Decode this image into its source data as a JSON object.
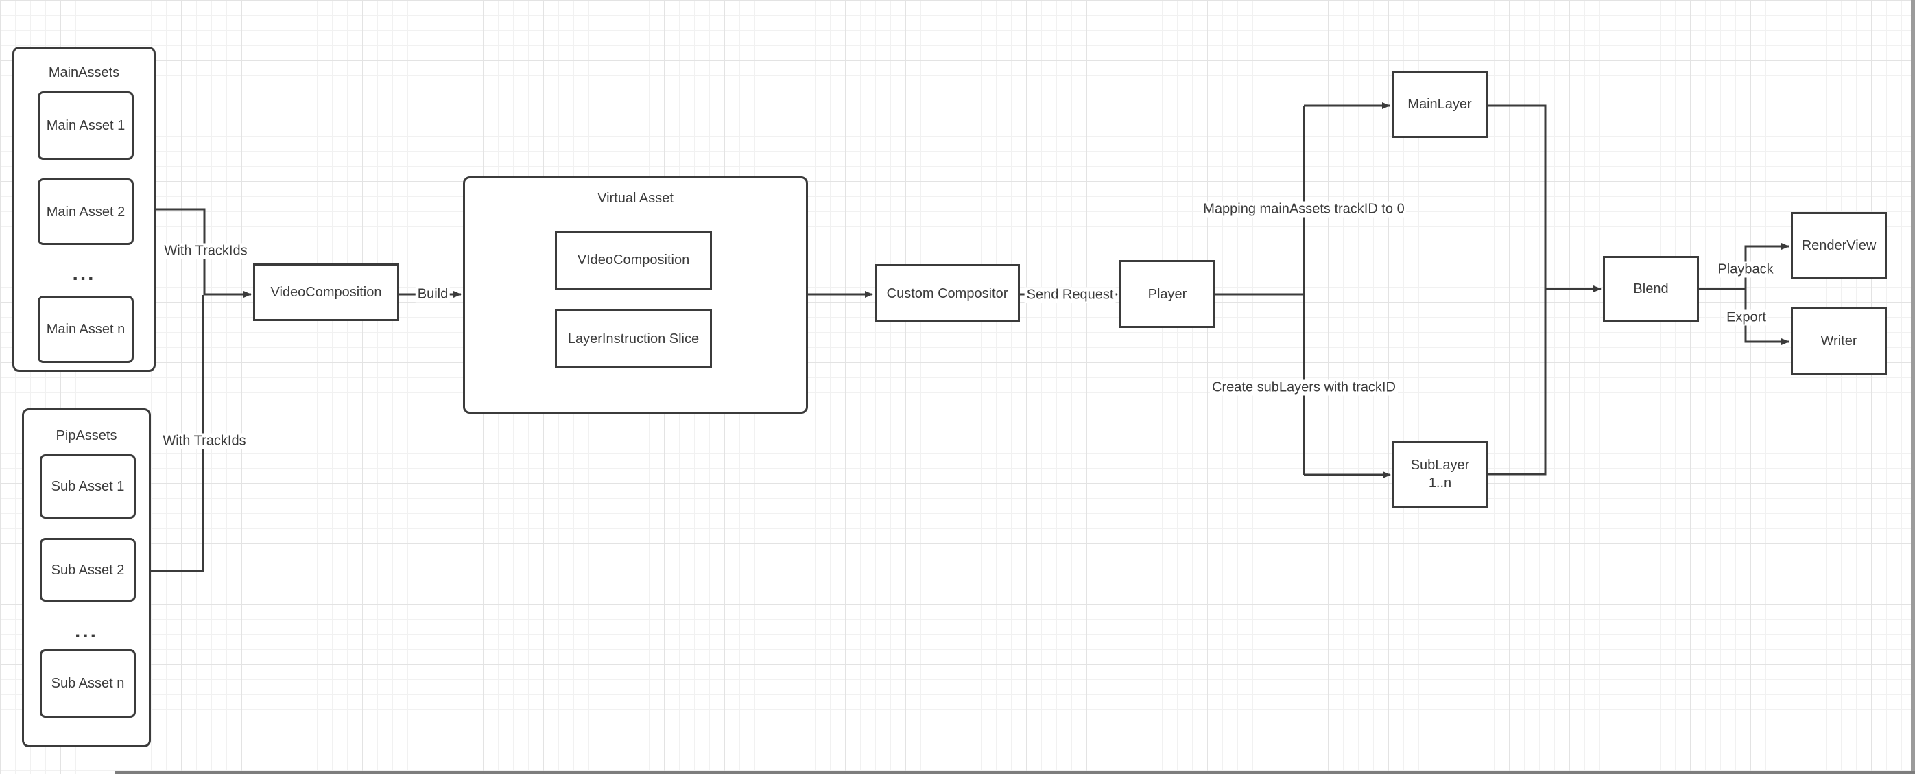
{
  "canvas": {
    "background": "#ffffff",
    "grid_minor_color": "#f1f1f1",
    "grid_major_color": "#e3e3e3",
    "stroke_color": "#3b3b3b",
    "scrollbar_color": "#9b9b9b"
  },
  "groups": {
    "main_assets": {
      "title": "MainAssets",
      "items": [
        "Main Asset 1",
        "Main Asset 2",
        "...",
        "Main Asset n"
      ]
    },
    "pip_assets": {
      "title": "PipAssets",
      "items": [
        "Sub Asset 1",
        "Sub Asset 2",
        "...",
        "Sub Asset n"
      ]
    },
    "virtual_asset": {
      "title": "Virtual Asset",
      "items": [
        "VIdeoComposition",
        "LayerInstruction Slice"
      ]
    }
  },
  "nodes": {
    "video_composition": "VideoComposition",
    "custom_compositor": "Custom Compositor",
    "player": "Player",
    "main_layer": "MainLayer",
    "sub_layer": "SubLayer\n1..n",
    "blend": "Blend",
    "render_view": "RenderView",
    "writer": "Writer"
  },
  "edge_labels": {
    "with_trackids_main": "With TrackIds",
    "with_trackids_pip": "With TrackIds",
    "build": "Build",
    "send_request": "Send Request",
    "mapping": "Mapping mainAssets trackID to 0",
    "create_sublayers": "Create subLayers with trackID",
    "playback": "Playback",
    "export": "Export"
  }
}
